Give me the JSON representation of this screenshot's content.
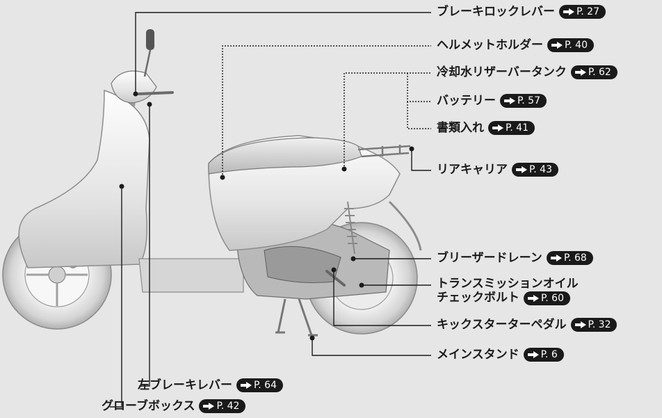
{
  "colors": {
    "background": "#e6e6e6",
    "text": "#1a1a1a",
    "badge": "#1a1a1a"
  },
  "callouts": [
    {
      "id": "brake-lock-lever",
      "label": "ブレーキロックレバー",
      "ref": "P. 27"
    },
    {
      "id": "helmet-holder",
      "label": "ヘルメットホルダー",
      "ref": "P. 40"
    },
    {
      "id": "coolant-reserve-tank",
      "label": "冷却水リザーバータンク",
      "ref": "P. 62"
    },
    {
      "id": "battery",
      "label": "バッテリー",
      "ref": "P. 57"
    },
    {
      "id": "document-bag",
      "label": "書類入れ",
      "ref": "P. 41"
    },
    {
      "id": "rear-carrier",
      "label": "リアキャリア",
      "ref": "P. 43"
    },
    {
      "id": "breather-drain",
      "label": "ブリーザードレーン",
      "ref": "P. 68"
    },
    {
      "id": "transmission-oil-bolt",
      "label_line1": "トランスミッションオイル",
      "label_line2": "チェックボルト",
      "ref": "P. 60"
    },
    {
      "id": "kick-starter-pedal",
      "label": "キックスターターペダル",
      "ref": "P. 32"
    },
    {
      "id": "main-stand",
      "label": "メインスタンド",
      "ref": "P. 6"
    },
    {
      "id": "left-brake-lever",
      "label": "左ブレーキレバー",
      "ref": "P. 64"
    },
    {
      "id": "glove-box",
      "label": "グローブボックス",
      "ref": "P. 42"
    }
  ]
}
